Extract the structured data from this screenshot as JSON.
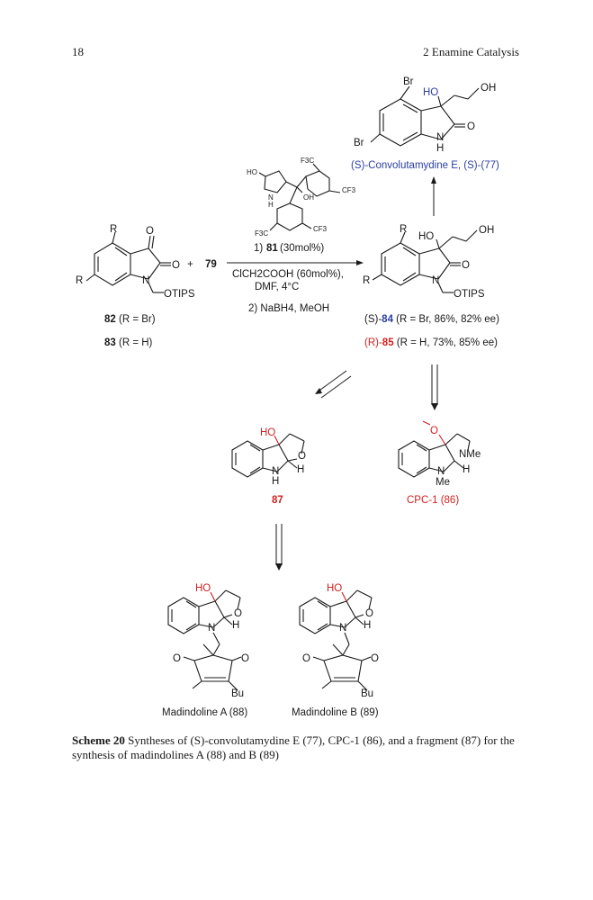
{
  "header": {
    "page_number": "18",
    "running_head": "2   Enamine Catalysis"
  },
  "scheme": {
    "top_product": {
      "name": "(S)-Convolutamydine E, (S)-(77)",
      "atoms": {
        "Br1": "Br",
        "Br2": "Br",
        "HO": "HO",
        "OH": "OH",
        "O": "O",
        "NH": "N",
        "H": "H"
      }
    },
    "starting_material": {
      "R1": "R",
      "R2": "R",
      "O1": "O",
      "O2": "O",
      "N": "N",
      "OTIPS": "OTIPS",
      "label_82": "82",
      "label_82_sub": "(R = Br)",
      "label_83": "83",
      "label_83_sub": "(R = H)"
    },
    "reagent": {
      "plus": "+",
      "number": "79"
    },
    "catalyst": {
      "HO": "HO",
      "N": "N",
      "H": "H",
      "OH": "OH",
      "CF3_a": "F3C",
      "CF3_b": "CF3",
      "CF3_c": "F3C",
      "CF3_d": "CF3"
    },
    "conditions": {
      "step1": "1) 81 (30mol%)",
      "step1_num": "81",
      "step1_rest": "(30mol%)",
      "line2": "ClCH2COOH (60mol%),",
      "line3": "DMF, 4°C",
      "step2": "2) NaBH4, MeOH"
    },
    "product_84": {
      "R1": "R",
      "R2": "R",
      "HO": "HO",
      "OH": "OH",
      "O": "O",
      "N": "N",
      "OTIPS": "OTIPS",
      "label_84_pre": "(S)-",
      "label_84": "84",
      "label_84_post": " (R = Br, 86%, 82% ee)",
      "label_85_pre": "(R)-",
      "label_85": "85",
      "label_85_post": " (R = H, 73%, 85% ee)"
    },
    "compound_87": {
      "HO": "HO",
      "O": "O",
      "N": "N",
      "H1": "H",
      "H2": "H",
      "label": "87"
    },
    "compound_86": {
      "O": "O",
      "NMe": "NMe",
      "N": "N",
      "Me": "Me",
      "H": "H",
      "label": "CPC-1 (86)"
    },
    "madindoline_a": {
      "HO": "HO",
      "O": "O",
      "N": "N",
      "H": "H",
      "O1": "O",
      "O2": "O",
      "Bu": "Bu",
      "label": "Madindoline A (88)"
    },
    "madindoline_b": {
      "HO": "HO",
      "O": "O",
      "N": "N",
      "H": "H",
      "O1": "O",
      "O2": "O",
      "Bu": "Bu",
      "label": "Madindoline B (89)"
    }
  },
  "caption": {
    "prefix": "Scheme 20",
    "text": "  Syntheses of (S)-convolutamydine E (77), CPC-1 (86), and a fragment (87) for the synthesis of madindolines A (88) and B (89)"
  }
}
